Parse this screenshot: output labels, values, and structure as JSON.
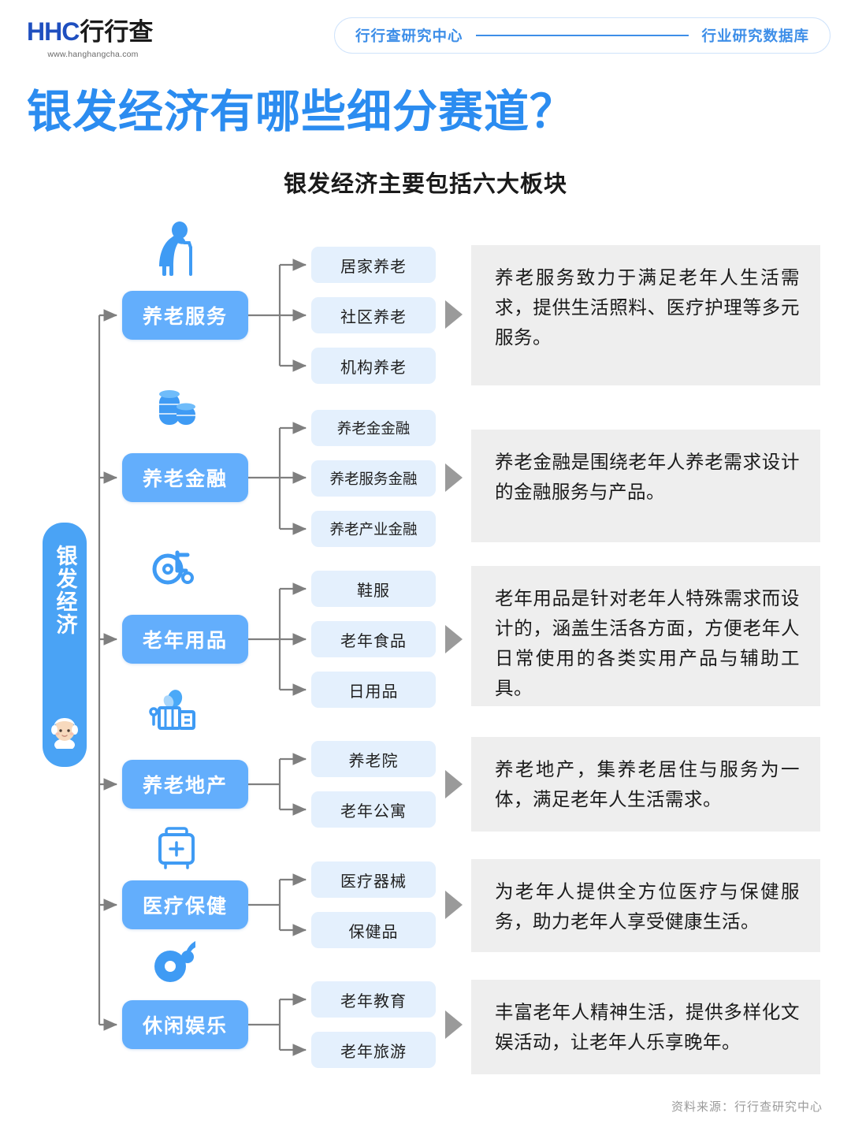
{
  "header": {
    "logo_mark": "HHC",
    "logo_cn": "行行查",
    "logo_url": "www.hanghangcha.com",
    "badge_left": "行行查研究中心",
    "badge_right": "行业研究数据库"
  },
  "title": "银发经济有哪些细分赛道？",
  "subtitle": "银发经济主要包括六大板块",
  "root": {
    "label": "银发经济",
    "avatar": "elderly-woman-avatar"
  },
  "colors": {
    "primary_blue": "#2b8cf0",
    "category_blue": "#63aefc",
    "sub_blue": "#e4f0fd",
    "desc_gray": "#eeeeee",
    "root_blue": "#4aa3f5",
    "arrow_gray": "#7f7f7f"
  },
  "branches": [
    {
      "icon": "elderly-person-with-cane-icon",
      "category": "养老服务",
      "items": [
        "居家养老",
        "社区养老",
        "机构养老"
      ],
      "description": "养老服务致力于满足老年人生活需求，提供生活照料、医疗护理等多元服务。"
    },
    {
      "icon": "coins-stack-icon",
      "category": "养老金融",
      "items": [
        "养老金金融",
        "养老服务金融",
        "养老产业金融"
      ],
      "description": "养老金融是围绕老年人养老需求设计的金融服务与产品。"
    },
    {
      "icon": "wheelchair-icon",
      "category": "老年用品",
      "items": [
        "鞋服",
        "老年食品",
        "日用品"
      ],
      "description": "老年用品是针对老年人特殊需求而设计的，涵盖生活各方面，方便老年人日常使用的各类实用产品与辅助工具。"
    },
    {
      "icon": "building-icon",
      "category": "养老地产",
      "items": [
        "养老院",
        "老年公寓"
      ],
      "description": "养老地产，集养老居住与服务为一体，满足老年人生活需求。"
    },
    {
      "icon": "medical-kit-icon",
      "category": "医疗保健",
      "items": [
        "医疗器械",
        "保健品"
      ],
      "description": "为老年人提供全方位医疗与保健服务，助力老年人享受健康生活。"
    },
    {
      "icon": "music-headphone-icon",
      "category": "休闲娱乐",
      "items": [
        "老年教育",
        "老年旅游"
      ],
      "description": "丰富老年人精神生活，提供多样化文娱活动，让老年人乐享晚年。"
    }
  ],
  "footer": "资料来源：行行查研究中心"
}
